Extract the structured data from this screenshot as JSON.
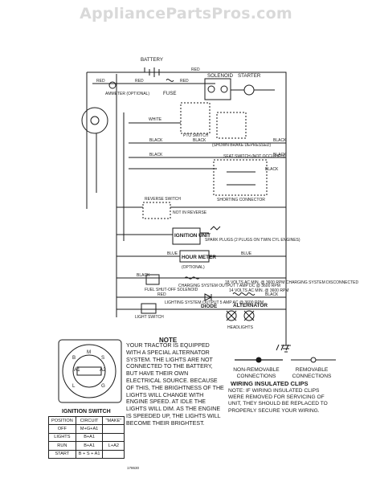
{
  "watermark": "AppliancePartsPros.com",
  "components": {
    "battery": "BATTERY",
    "solenoid": "SOLENOID",
    "starter": "STARTER",
    "fuse": "FUSE",
    "ammeter": "AMMETER (OPTIONAL)",
    "pto_switch": "PTO SWITCH",
    "brake_switch": "(SHOWN BRAKE DEPRESSED)",
    "seat_switch": "SEAT SWITCH (NOT OCCUPIED)",
    "shorting_connector": "SHORTING CONNECTOR",
    "reverse_switch": "REVERSE SWITCH",
    "not_in_reverse": "NOT IN REVERSE",
    "ignition_unit": "IGNITION UNIT",
    "spark_plugs": "SPARK PLUGS (2 PLUGS ON TWIN CYL ENGINES)",
    "hour_meter": "HOUR METER",
    "optional": "(OPTIONAL)",
    "fuel_shut_off": "FUEL SHUT-OFF SOLENOID",
    "charging_output_a": "CHARGING SYSTEM OUTPUT 7 AMP DC @ 3600 RPM",
    "charging_output_b": "18 VOLTS AC MIN. @ 3600 RPM CHARGING SYSTEM DISCONNECTED",
    "lighting_output": "LIGHTING SYSTEM OUTPUT 5 AMP AC @ 3600 RPM",
    "lighting_output_b": "14 VOLTS AC MIN. @ 3600 RPM",
    "diode": "DIODE",
    "alternator": "ALTERNATOR",
    "headlights": "HEADLIGHTS",
    "light_switch": "LIGHT SWITCH",
    "wire_labels": [
      "RED",
      "RED",
      "RED",
      "RED",
      "WHITE",
      "BLACK",
      "BLACK",
      "BLACK",
      "BLACK",
      "BLACK",
      "BLACK",
      "BLUE",
      "BLUE",
      "BLACK",
      "RED",
      "BLACK"
    ]
  },
  "note": {
    "title": "NOTE",
    "body": "YOUR TRACTOR IS EQUIPPED WITH A SPECIAL ALTERNATOR SYSTEM. THE LIGHTS ARE NOT CONNECTED TO THE BATTERY, BUT HAVE THEIR OWN ELECTRICAL SOURCE. BECAUSE OF THIS, THE BRIGHTNESS OF THE LIGHTS WILL CHANGE WITH ENGINE SPEED. AT IDLE THE LIGHTS WILL DIM. AS THE ENGINE IS SPEEDED UP, THE LIGHTS WILL BECOME THEIR BRIGHTEST."
  },
  "legend": {
    "non_removable": "NON-REMOVABLE CONNECTIONS",
    "removable": "REMOVABLE CONNECTIONS"
  },
  "clips": {
    "title": "WIRING INSULATED CLIPS",
    "body": "NOTE: IF WIRING INSULATED CLIPS WERE REMOVED FOR SERVICING OF UNIT, THEY SHOULD BE REPLACED TO PROPERLY SECURE YOUR WIRING."
  },
  "ignition": {
    "title": "IGNITION SWITCH",
    "headers": [
      "POSITION",
      "CIRCUIT",
      "\"MAKE\""
    ],
    "rows": [
      [
        "OFF",
        "M+G+A1",
        ""
      ],
      [
        "LIGHTS",
        "B+A1",
        ""
      ],
      [
        "RUN",
        "B+A1",
        "L+A2"
      ],
      [
        "START",
        "B + S + A1",
        ""
      ]
    ],
    "terminals": [
      "B",
      "S",
      "L",
      "G",
      "M",
      "A1",
      "A2"
    ]
  },
  "part_number": "178630"
}
